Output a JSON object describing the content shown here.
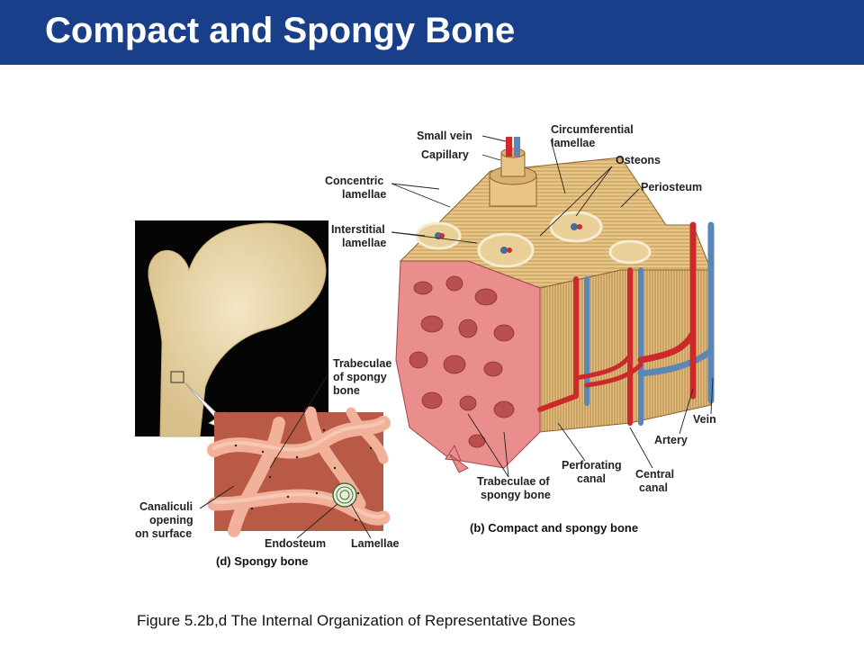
{
  "title": "Compact and Spongy Bone",
  "caption": "Figure 5.2b,d  The Internal Organization of Representative Bones",
  "panel_b": {
    "caption": "(b) Compact and spongy bone",
    "labels": {
      "small_vein": "Small vein",
      "capillary": "Capillary",
      "circumferential_1": "Circumferential",
      "circumferential_2": "lamellae",
      "osteons": "Osteons",
      "periosteum": "Periosteum",
      "concentric_1": "Concentric",
      "concentric_2": "lamellae",
      "interstitial_1": "Interstitial",
      "interstitial_2": "lamellae",
      "vein": "Vein",
      "artery": "Artery",
      "perforating_1": "Perforating",
      "perforating_2": "canal",
      "central_1": "Central",
      "central_2": "canal",
      "trabeculae_1": "Trabeculae of",
      "trabeculae_2": "spongy bone"
    }
  },
  "panel_d": {
    "caption": "(d) Spongy bone",
    "labels": {
      "trabeculae_1": "Trabeculae",
      "trabeculae_2": "of spongy",
      "trabeculae_3": "bone",
      "canaliculi_1": "Canaliculi",
      "canaliculi_2": "opening",
      "canaliculi_3": "on surface",
      "endosteum": "Endosteum",
      "lamellae": "Lamellae"
    }
  },
  "colors": {
    "title_bar": "#1a3f8a",
    "artery": "#cc2a2a",
    "vein": "#5a86b8",
    "spongy": "#e98d8d",
    "compact": "#e8c888"
  }
}
